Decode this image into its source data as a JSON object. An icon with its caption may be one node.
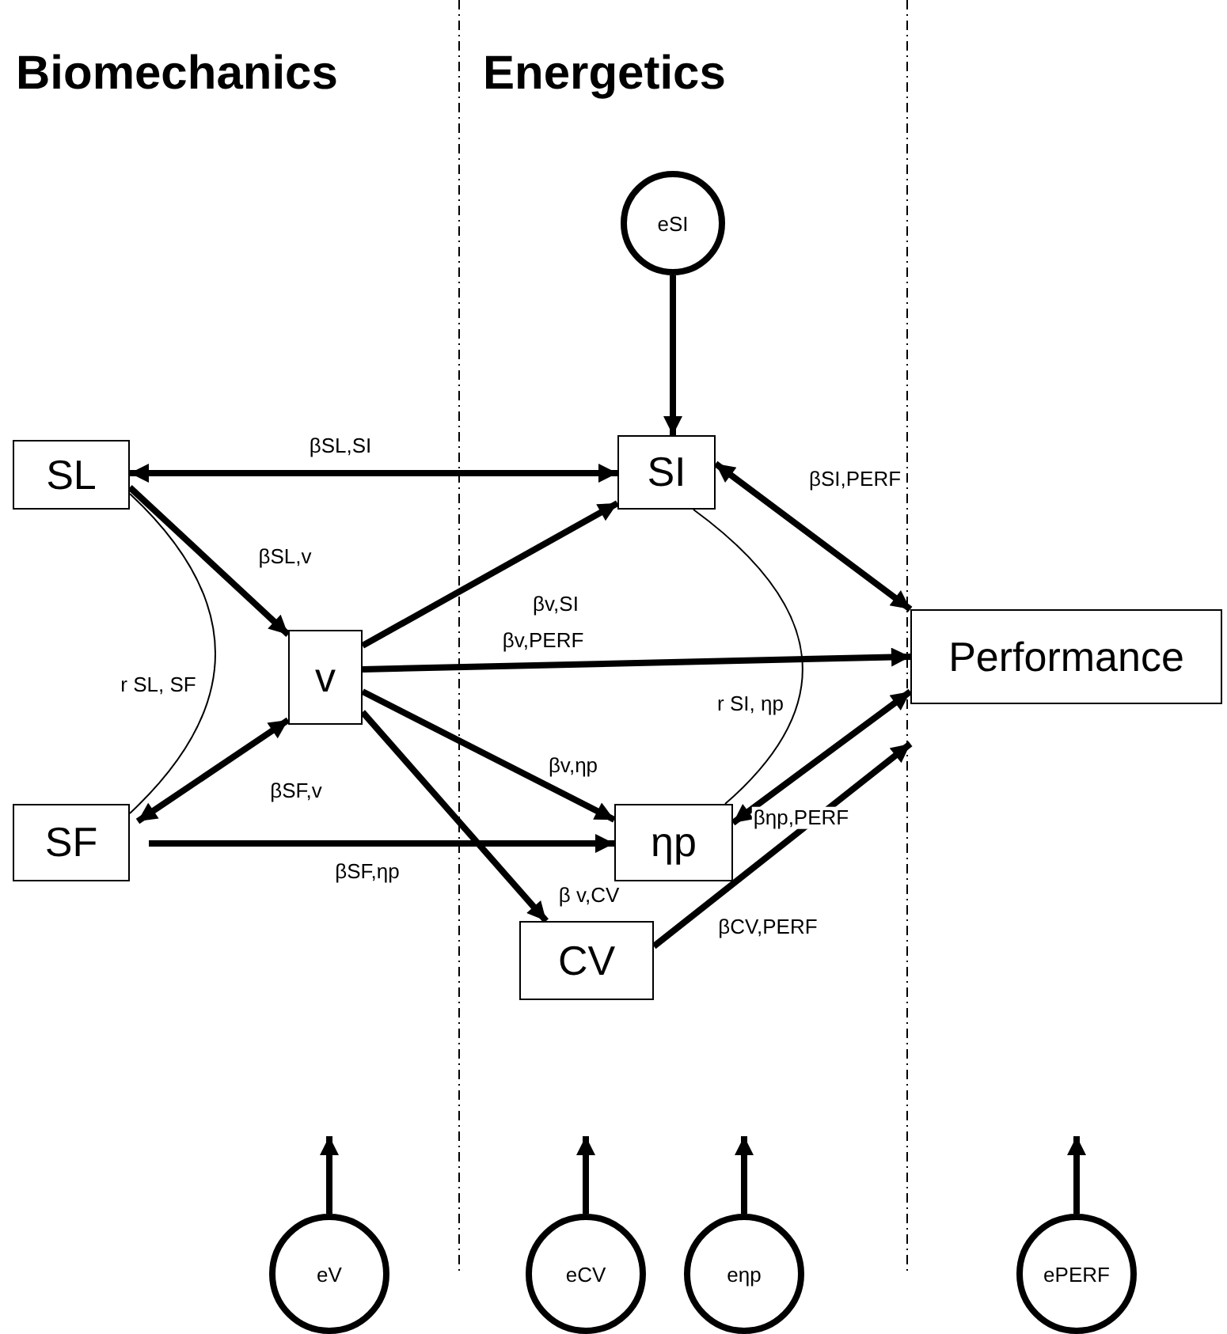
{
  "diagram": {
    "nodes": [
      {
        "text": [
          "SL"
        ]
      },
      {
        "text": [
          "SI"
        ]
      },
      {
        "text": [
          "v"
        ]
      },
      {
        "text": [
          "Performance"
        ]
      },
      {
        "text": [
          "SF"
        ]
      },
      {
        "text": [
          "ηp"
        ]
      },
      {
        "text": [
          "CV"
        ]
      },
      {
        "text": [
          "eSI"
        ]
      },
      {
        "text": [
          "eV"
        ]
      },
      {
        "text": [
          "eCV"
        ]
      },
      {
        "text": [
          "eηp"
        ]
      },
      {
        "text": [
          "ePERF"
        ]
      }
    ],
    "edges": [
      {
        "from": 0,
        "to": 1,
        "arrow": "both",
        "label": "βSL,SI"
      },
      {
        "from": 0,
        "to": 2,
        "arrow": "to",
        "label": "βSL,v"
      },
      {
        "from": 4,
        "to": 2,
        "arrow": "both",
        "label": "βSF,v"
      },
      {
        "from": 0,
        "to": 4,
        "arrow": "none",
        "label": "r SL, SF"
      },
      {
        "from": 2,
        "to": 1,
        "arrow": "to",
        "label": "βv,SI"
      },
      {
        "from": 2,
        "to": 3,
        "arrow": "to",
        "label": "βv,PERF"
      },
      {
        "from": 2,
        "to": 5,
        "arrow": "to",
        "label": "βv,ηp"
      },
      {
        "from": 2,
        "to": 6,
        "arrow": "to",
        "label": "β v,CV"
      },
      {
        "from": 4,
        "to": 5,
        "arrow": "to",
        "label": "βSF,ηp"
      },
      {
        "from": 1,
        "to": 3,
        "arrow": "both",
        "label": "βSI,PERF"
      },
      {
        "from": 1,
        "to": 5,
        "arrow": "none",
        "label": "r SI, ηp"
      },
      {
        "from": 5,
        "to": 3,
        "arrow": "both",
        "label": "βηp,PERF"
      },
      {
        "from": 6,
        "to": 3,
        "arrow": "to",
        "label": "βCV,PERF"
      },
      {
        "from": 7,
        "to": 1,
        "arrow": "to"
      },
      {
        "from": 8,
        "to": null,
        "arrow": "to"
      },
      {
        "from": 9,
        "to": null,
        "arrow": "to"
      },
      {
        "from": 10,
        "to": null,
        "arrow": "to"
      },
      {
        "from": 11,
        "to": null,
        "arrow": "to"
      }
    ],
    "labels": [
      "Biomechanics",
      "Energetics"
    ]
  }
}
